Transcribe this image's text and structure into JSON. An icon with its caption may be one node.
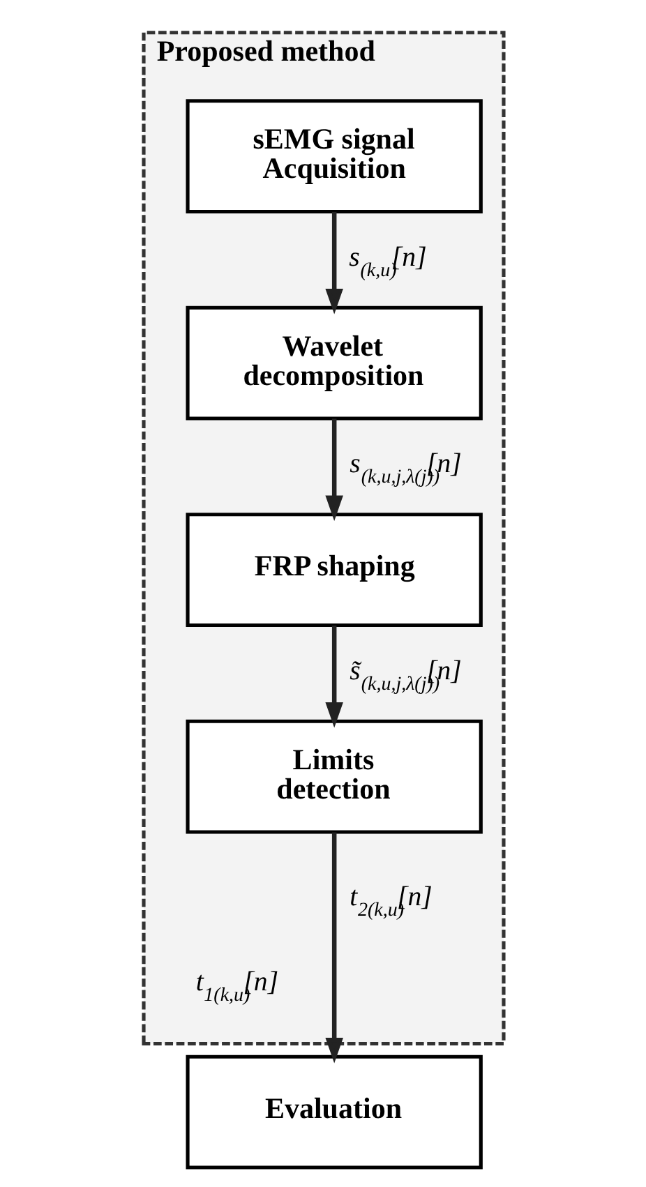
{
  "diagram": {
    "nodes": [
      {
        "text": [
          "Proposed method"
        ]
      },
      {
        "text": [
          "sEMG signal Acquisition"
        ],
        "in": 0
      },
      {
        "text": [
          "Wavelet decomposition"
        ],
        "in": 0
      },
      {
        "text": [
          "FRP shaping"
        ],
        "in": 0
      },
      {
        "text": [
          "Limits detection"
        ],
        "in": 0
      },
      {
        "text": [
          "Evaluation"
        ]
      }
    ],
    "edges": [
      {
        "from": 1,
        "to": 2,
        "arrow": "to",
        "label": "s$_{(k,u)}$[n]"
      },
      {
        "from": 2,
        "to": 3,
        "arrow": "to",
        "label": "s$_{(k,u,j,λ(j))}$[n]"
      },
      {
        "from": 3,
        "to": 4,
        "arrow": "to",
        "label": "s̃$_{(k,u,j,λ(j))}$[n]"
      },
      {
        "from": 4,
        "to": 5,
        "arrow": "to",
        "label": "t$_{2(k,u)}$[n]"
      }
    ],
    "labels": [
      "t$_{1(k,u)}$[n]"
    ]
  }
}
